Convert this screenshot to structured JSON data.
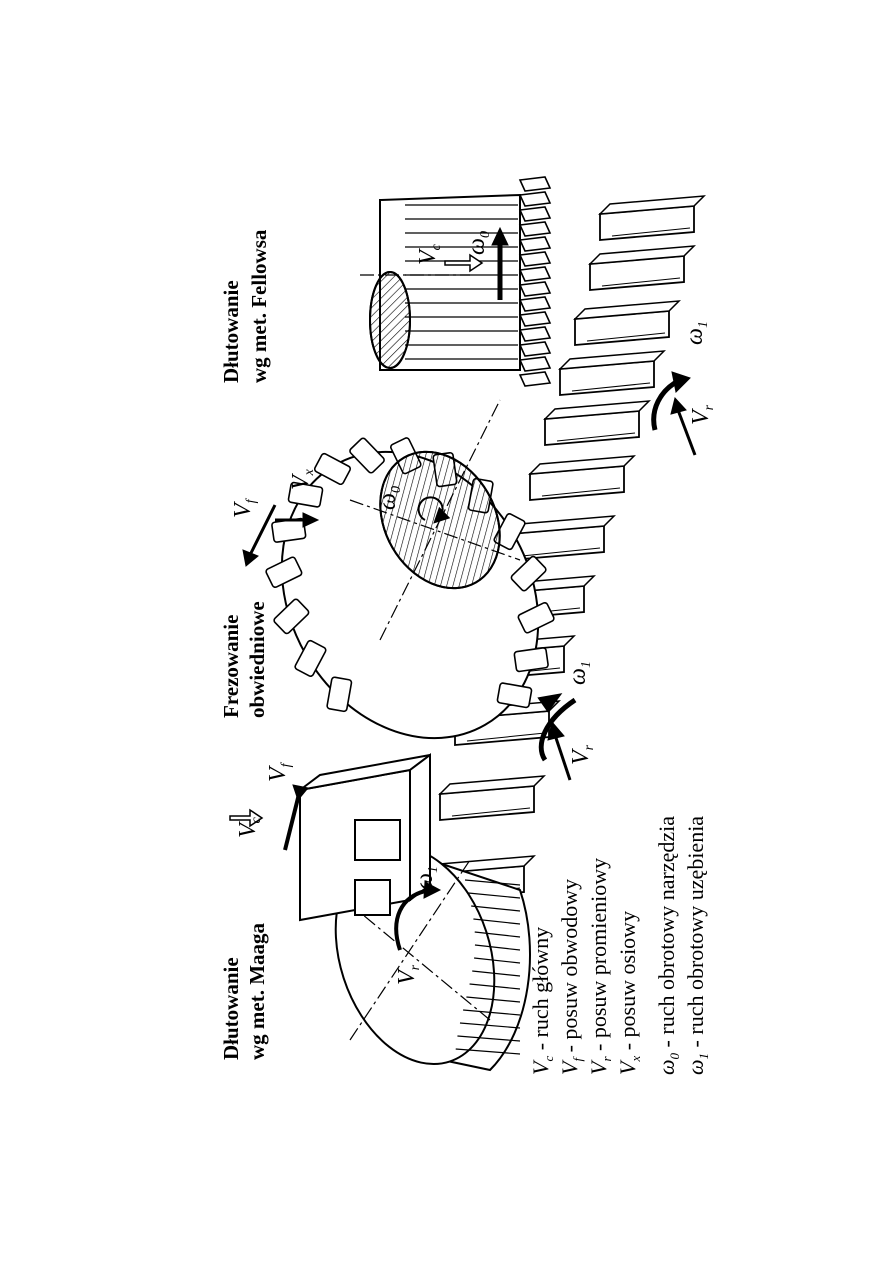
{
  "titles": {
    "maag_line1": "Dłutowanie",
    "maag_line2": "wg met. Maaga",
    "hob_line1": "Frezowanie",
    "hob_line2": "obwiedniowe",
    "fellows_line1": "Dłutowanie",
    "fellows_line2": "wg met. Fellowsa"
  },
  "symbols": {
    "V": "V",
    "omega": "ω",
    "c": "c",
    "f": "f",
    "r": "r",
    "x": "x",
    "zero": "0",
    "one": "1"
  },
  "legend": [
    {
      "sym": "V",
      "sub": "c",
      "text": " - ruch główny"
    },
    {
      "sym": "V",
      "sub": "f",
      "text": " - posuw obwodowy"
    },
    {
      "sym": "V",
      "sub": "r",
      "text": " - posuw promieniowy"
    },
    {
      "sym": "V",
      "sub": "x",
      "text": " - posuw osiowy"
    },
    {
      "sym": "ω",
      "sub": "0",
      "text": " - ruch obrotowy narzędzia"
    },
    {
      "sym": "ω",
      "sub": "1",
      "text": " - ruch obrotowy uzębienia"
    }
  ],
  "colors": {
    "ink": "#000000",
    "paper": "#ffffff"
  }
}
